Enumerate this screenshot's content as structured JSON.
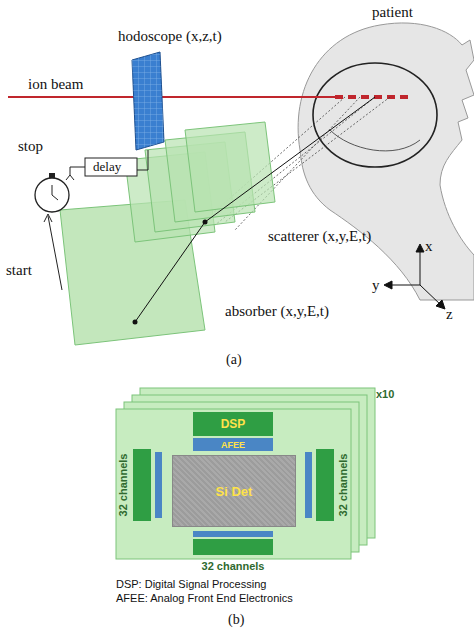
{
  "diagram": {
    "nodes": [
      {
        "text": [
          "DSP"
        ]
      },
      {
        "text": [
          "AFEE"
        ]
      },
      {
        "text": [
          "Si Det"
        ]
      }
    ],
    "labels": [
      "hodoscope (x,z,t)",
      "patient",
      "ion beam",
      "delay",
      "stop",
      "start",
      "scatterer (x,y,E,t)",
      "absorber (x,y,E,t)",
      "x",
      "y",
      "z",
      "(a)",
      "x10",
      "32 channels",
      "32 channels",
      "32 channels",
      "DSP: Digital Signal Processing",
      "AFEE: Analog Front End Electronics",
      "(b)"
    ]
  }
}
